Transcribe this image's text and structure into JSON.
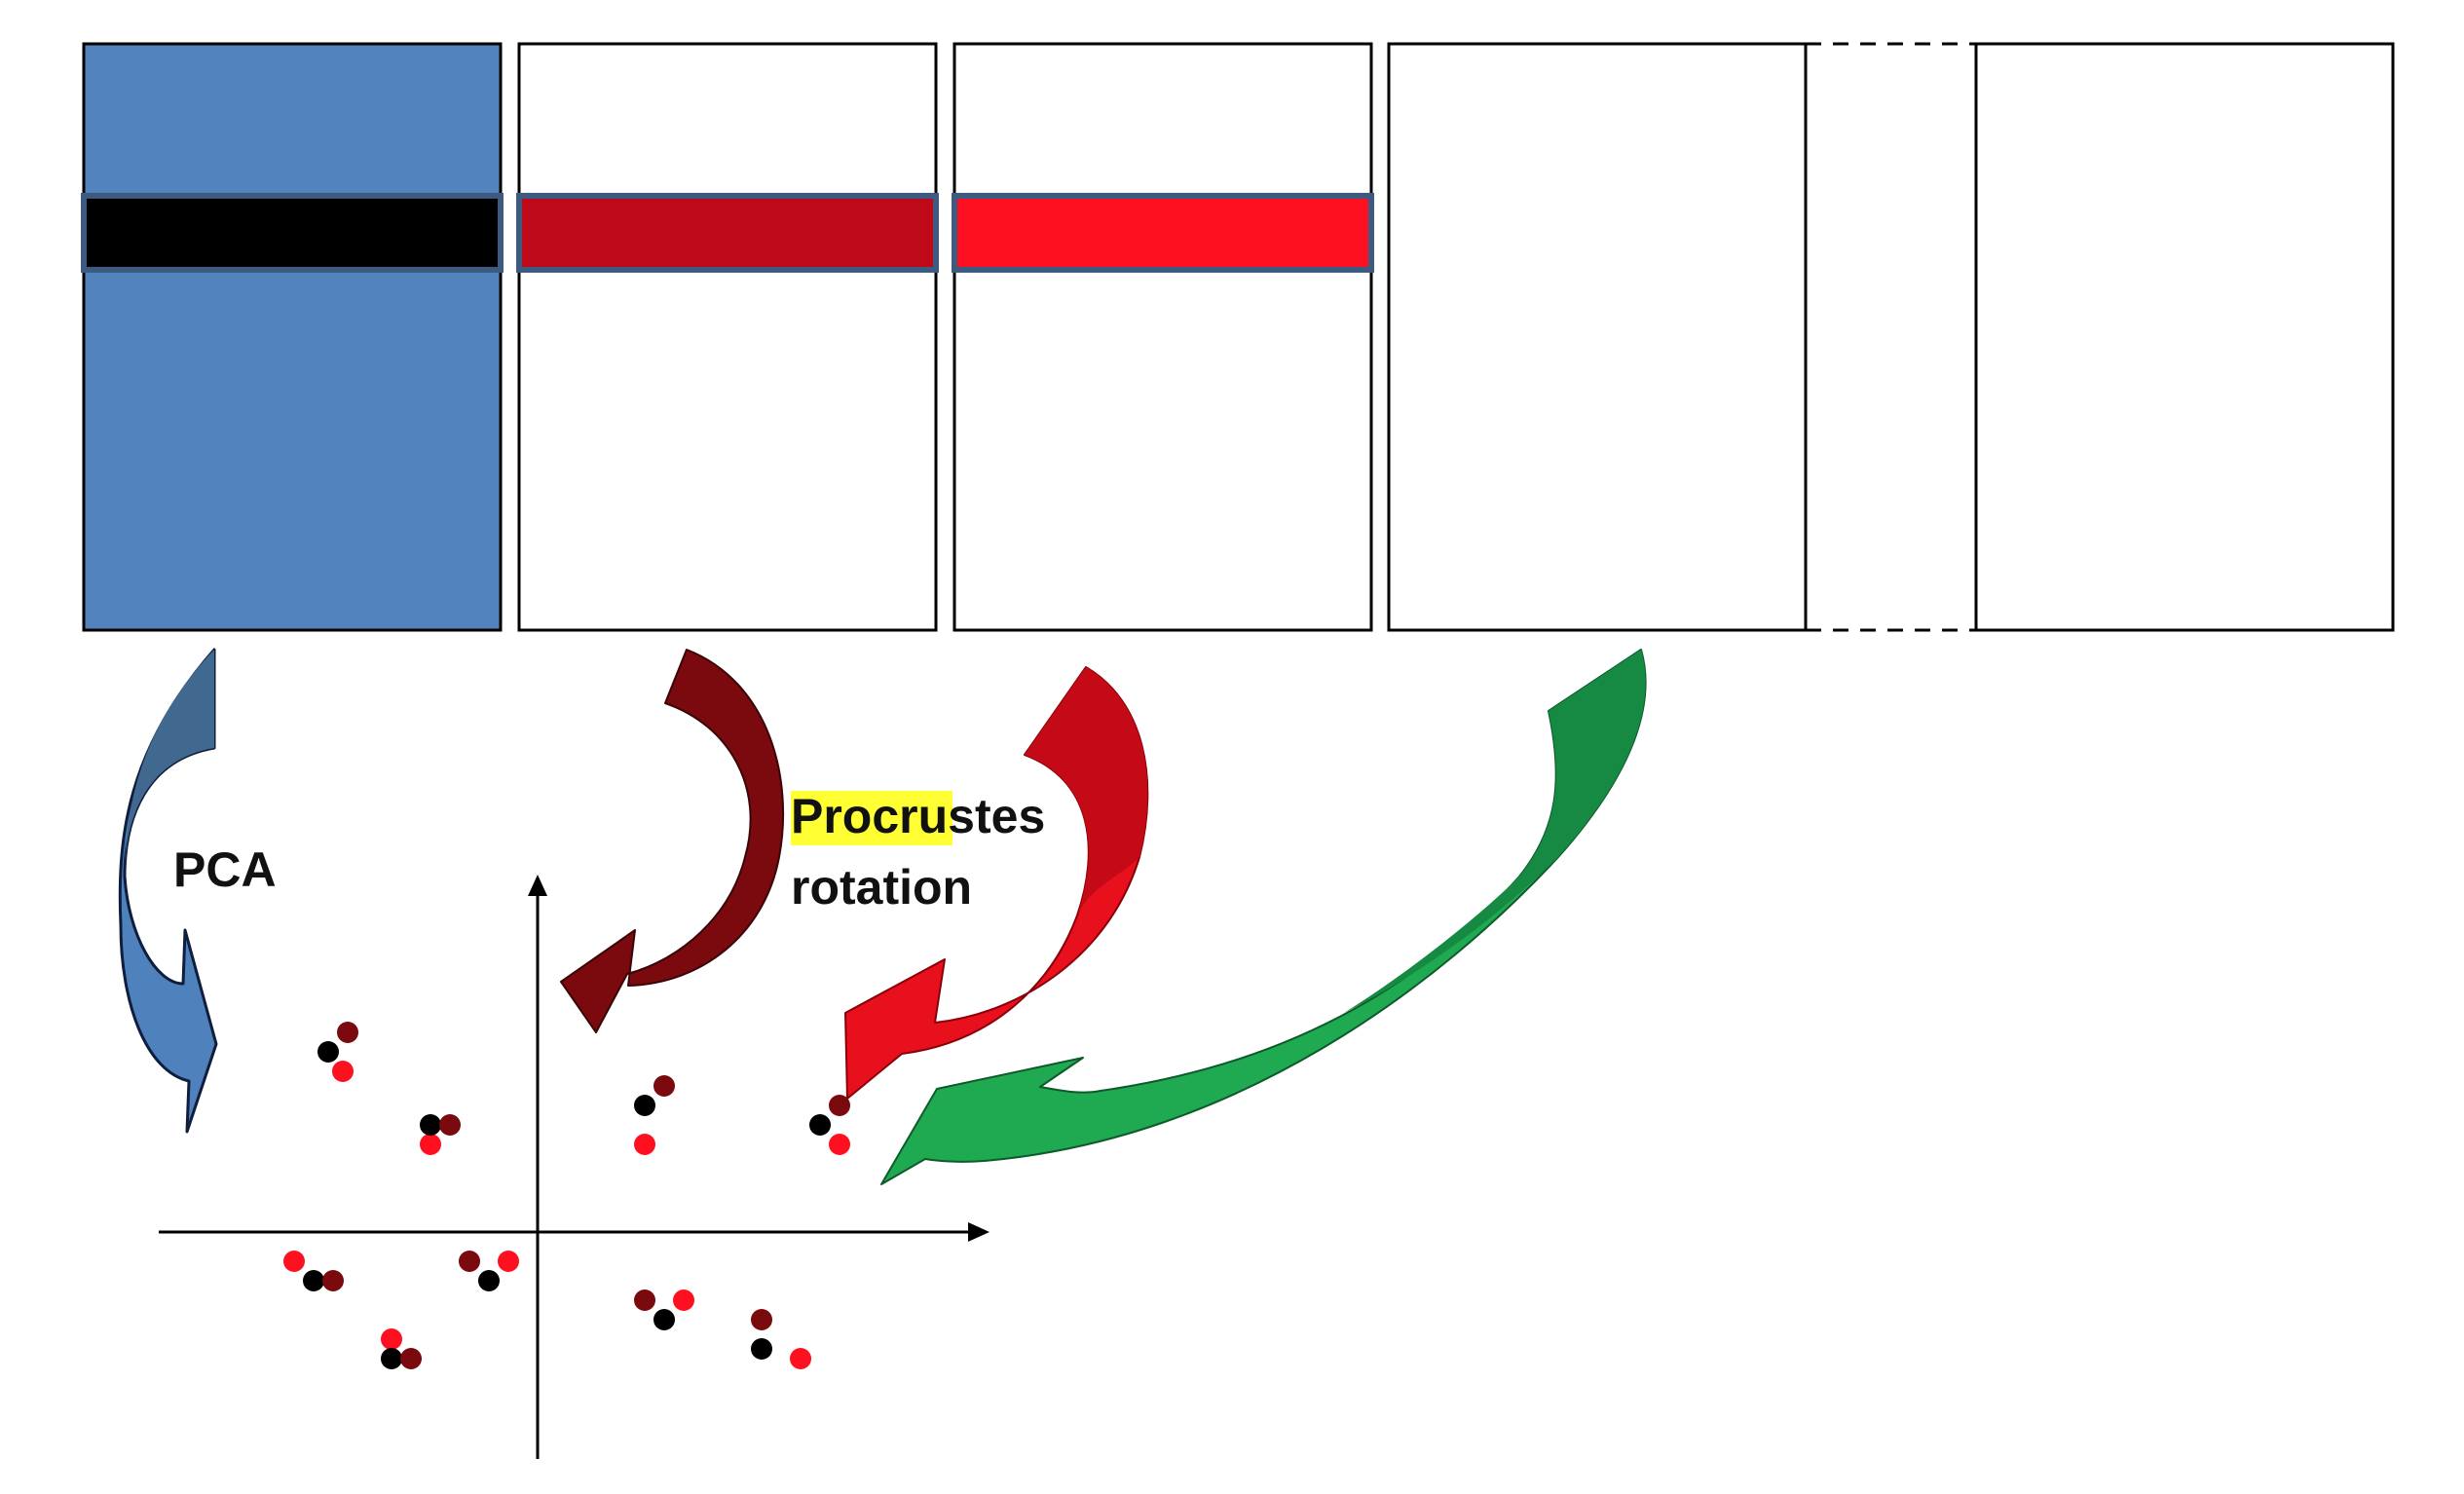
{
  "labels": {
    "pca": "PCA",
    "procrustes_highlight": "Procru",
    "procrustes_rest": "stes",
    "rotation": "rotation"
  },
  "colors": {
    "matrix_blue": "#5383BC",
    "row_black": "#000000",
    "row_darkred": "#BE0A18",
    "row_red": "#FF1020",
    "arrow_blue": "#4F81BD",
    "arrow_darkred": "#7A0A0D",
    "arrow_red": "#E8101C",
    "arrow_green": "#1FAA52",
    "highlight": "#FFFF33",
    "point_black": "#000000",
    "point_darkred": "#7A0A0D",
    "point_red": "#FF1020"
  },
  "point_groups": [
    {
      "black": [
        -4.3,
        3.7
      ],
      "darkred": [
        -3.9,
        4.1
      ],
      "red": [
        -4.0,
        3.3
      ]
    },
    {
      "black": [
        -2.2,
        2.2
      ],
      "darkred": [
        -1.8,
        2.2
      ],
      "red": [
        -2.2,
        1.8
      ]
    },
    {
      "black": [
        2.2,
        2.6
      ],
      "darkred": [
        2.6,
        3.0
      ],
      "red": [
        2.2,
        1.8
      ]
    },
    {
      "black": [
        5.8,
        2.2
      ],
      "darkred": [
        6.2,
        2.6
      ],
      "red": [
        6.2,
        1.8
      ]
    },
    {
      "black": [
        -4.6,
        -1.0
      ],
      "darkred": [
        -4.2,
        -1.0
      ],
      "red": [
        -5.0,
        -0.6
      ]
    },
    {
      "black": [
        -1.0,
        -1.0
      ],
      "darkred": [
        -1.4,
        -0.6
      ],
      "red": [
        -0.6,
        -0.6
      ]
    },
    {
      "black": [
        -3.0,
        -2.6
      ],
      "darkred": [
        -2.6,
        -2.6
      ],
      "red": [
        -3.0,
        -2.2
      ]
    },
    {
      "black": [
        2.6,
        -1.8
      ],
      "darkred": [
        2.2,
        -1.4
      ],
      "red": [
        3.0,
        -1.4
      ]
    },
    {
      "black": [
        4.6,
        -2.4
      ],
      "darkred": [
        4.6,
        -1.8
      ],
      "red": [
        5.4,
        -2.6
      ]
    }
  ]
}
